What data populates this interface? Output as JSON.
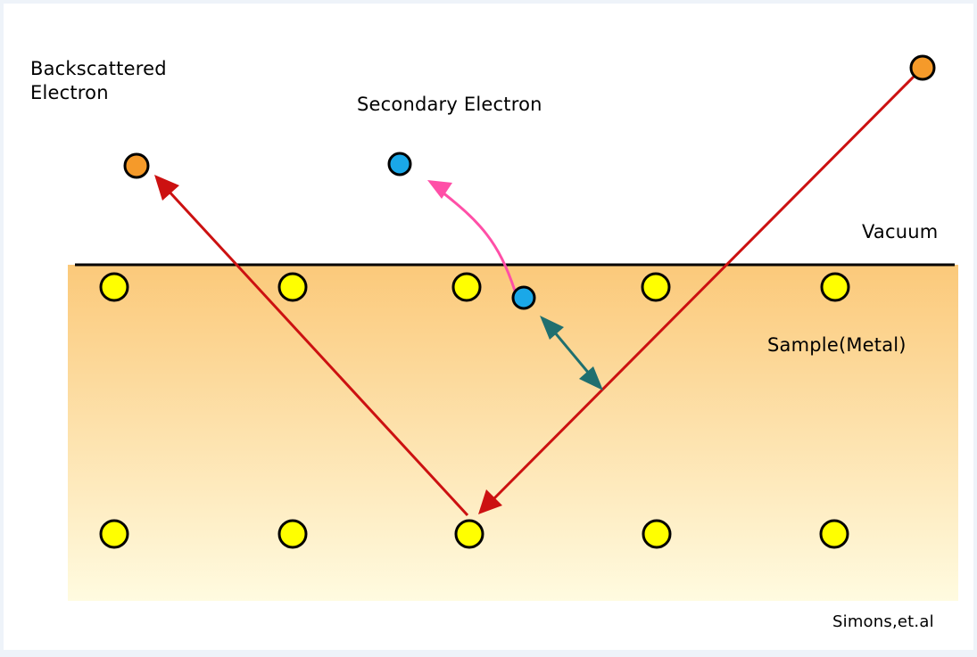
{
  "labels": {
    "backscattered_line1": "Backscattered",
    "backscattered_line2": "Electron",
    "secondary": "Secondary Electron",
    "vacuum": "Vacuum",
    "sample": "Sample(Metal)",
    "credit": "Simons,et.al"
  },
  "colors": {
    "background_frame": "#eef3f9",
    "sample_top": "#fbc97a",
    "sample_bottom": "#fffbe0",
    "atom": "#ffff00",
    "electron_path": "#cc1111",
    "backscattered_electron": "#f59a2a",
    "secondary_electron": "#1aa8e8",
    "secondary_path": "#ff4fa7",
    "interaction_arrow": "#1f6f6f"
  },
  "atom_grid": {
    "rows": 2,
    "columns": 5
  }
}
